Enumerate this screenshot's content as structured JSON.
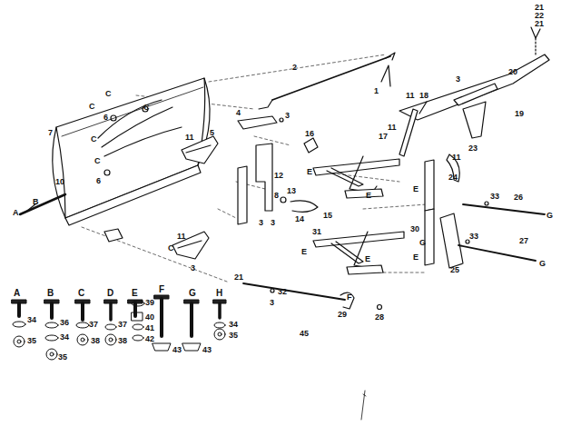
{
  "diagram": {
    "labels": [
      "21",
      "22",
      "21",
      "2",
      "1",
      "3",
      "20",
      "19",
      "11",
      "18",
      "11",
      "23",
      "11",
      "7",
      "C",
      "C",
      "C",
      "C",
      "C",
      "6",
      "6",
      "11",
      "5",
      "4",
      "3",
      "16",
      "17",
      "12",
      "8",
      "13",
      "14",
      "15",
      "3",
      "3",
      "E",
      "E",
      "10",
      "B",
      "A",
      "E",
      "24",
      "33",
      "26",
      "G",
      "G",
      "30",
      "E",
      "31",
      "E",
      "E",
      "33",
      "27",
      "25",
      "G",
      "11",
      "C",
      "3",
      "21",
      "32",
      "3",
      "29",
      "F",
      "28",
      "45",
      "A",
      "B",
      "C",
      "D",
      "E",
      "F",
      "G",
      "H",
      "34",
      "35",
      "36",
      "34",
      "35",
      "37",
      "38",
      "37",
      "38",
      "39",
      "40",
      "41",
      "42",
      "43",
      "43",
      "34",
      "35"
    ]
  }
}
